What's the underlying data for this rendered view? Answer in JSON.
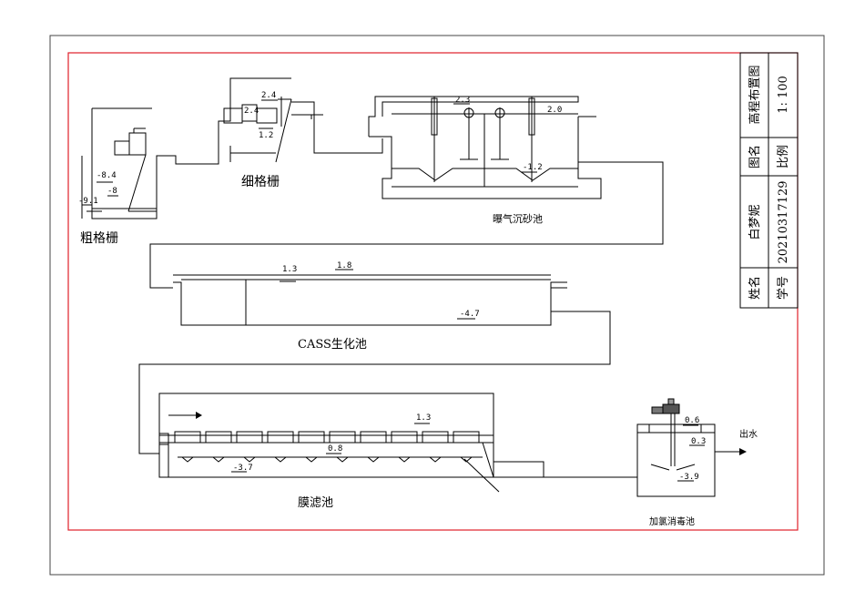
{
  "units": {
    "coarse_screen": {
      "name": "粗格栅",
      "levels": [
        "-8.4",
        "-8",
        "-9.1"
      ]
    },
    "fine_screen": {
      "name": "细格栅",
      "levels": [
        "2.4",
        "2.4",
        "1.2"
      ]
    },
    "grit_chamber": {
      "name": "曝气沉砂池",
      "levels": [
        "2.3",
        "2.0",
        "-1.2"
      ]
    },
    "cass_tank": {
      "name": "CASS生化池",
      "levels": [
        "1.3",
        "1.8",
        "-4.7"
      ]
    },
    "membrane_tank": {
      "name": "膜滤池",
      "levels": [
        "1.3",
        "0.8",
        "-3.7"
      ]
    },
    "chlorination_tank": {
      "name": "加氯消毒池",
      "levels": [
        "0.6",
        "0.3",
        "-3.9"
      ]
    }
  },
  "outlet_label": "出水",
  "title_block": {
    "drawing_title": "高程布置图",
    "drawing_name_label": "图名",
    "scale_label": "比例",
    "scale_value": "1: 100",
    "author_label": "姓名",
    "author_value": "白梦妮",
    "student_id_label": "学号",
    "student_id_value": "20210317129"
  },
  "colors": {
    "frame": "#e0202a",
    "line": "#000000"
  }
}
